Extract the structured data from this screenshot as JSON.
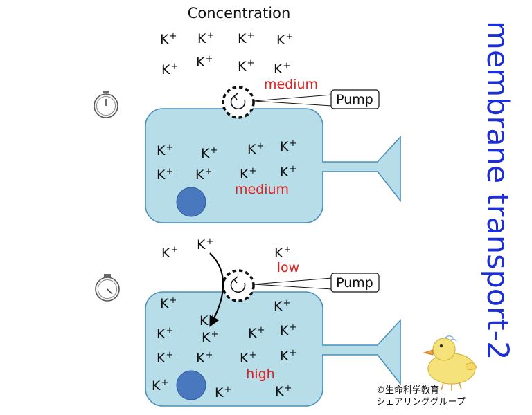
{
  "header": {
    "concentration": "Concentration"
  },
  "title": "membrane transport-2",
  "credit": {
    "line1": "©生命科学教育",
    "line2": "シェアリンググループ"
  },
  "ion": {
    "symbol": "K",
    "charge": "+"
  },
  "pump_label": "Pump",
  "colors": {
    "cell_fill": "#b7dde9",
    "cell_stroke": "#4a8fb8",
    "nucleus": "#4a78bf",
    "title": "#1c2fd6",
    "level_text": "#e02020"
  },
  "icons": [
    "stopwatch-icon",
    "pump-icon",
    "duck-mascot-icon"
  ],
  "panels": [
    {
      "outside_level": "medium",
      "inside_level": "medium",
      "outside_ions": 8,
      "inside_ions": 8
    },
    {
      "outside_level": "low",
      "inside_level": "high",
      "outside_ions": 3,
      "inside_ions": 14
    }
  ]
}
